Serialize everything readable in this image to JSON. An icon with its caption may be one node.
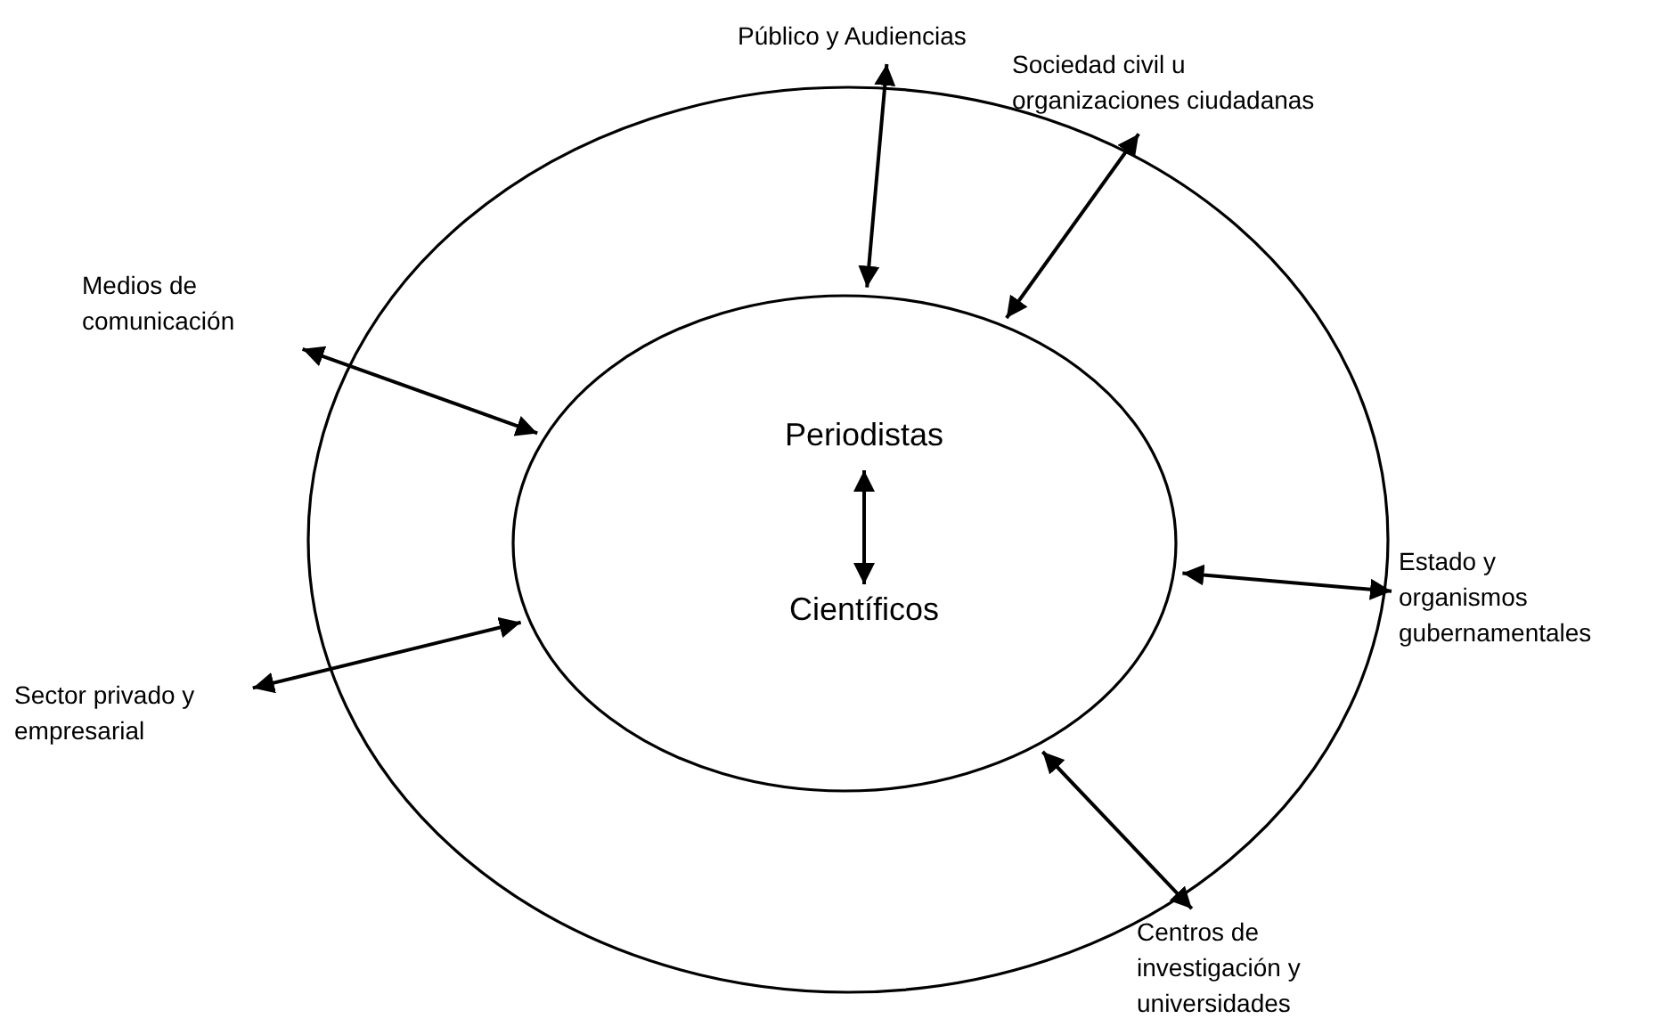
{
  "diagram": {
    "nodes": [
      {
        "text": [],
        "shape": "circle"
      },
      {
        "text": [],
        "shape": "circle",
        "in": 0
      },
      {
        "text": [
          "Periodistas"
        ],
        "in": 1
      },
      {
        "text": [
          "Científicos"
        ],
        "in": 1
      },
      {
        "text": [
          "Público y Audiencias"
        ]
      },
      {
        "text": [
          "Sociedad civil u organizaciones ciudadanas"
        ]
      },
      {
        "text": [
          "Medios de comunicación"
        ]
      },
      {
        "text": [
          "Estado y organismos gubernamentales"
        ]
      },
      {
        "text": [
          "Sector privado y empresarial"
        ]
      },
      {
        "text": [
          "Centros de investigación y universidades"
        ]
      }
    ],
    "edges": [
      {
        "from": 4,
        "to": 1,
        "arrow": "both"
      },
      {
        "from": 5,
        "to": 1,
        "arrow": "both"
      },
      {
        "from": 6,
        "to": 1,
        "arrow": "both"
      },
      {
        "from": 7,
        "to": 1,
        "arrow": "both"
      },
      {
        "from": 8,
        "to": 1,
        "arrow": "both"
      },
      {
        "from": 9,
        "to": 1,
        "arrow": "both"
      },
      {
        "from": 2,
        "to": 3,
        "arrow": "both"
      }
    ]
  }
}
